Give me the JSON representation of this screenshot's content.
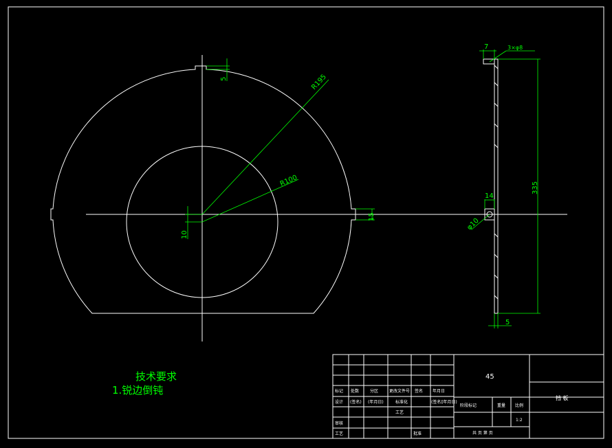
{
  "dimensions": {
    "r195": "R195",
    "r100": "R100",
    "five_top": "5",
    "ten": "10",
    "fifteen": "15",
    "seven": "7",
    "holes": "3×φ8",
    "fourteen": "14",
    "phi10": "φ10",
    "h335": "335",
    "five_bottom": "5"
  },
  "tech_requirements": {
    "title": "技术要求",
    "item1": "1.锐边倒钝"
  },
  "title_block": {
    "material": "45",
    "part_name": "挡  板",
    "mark": "标记",
    "count": "处数",
    "zone": "分区",
    "doc_no": "更改文件号",
    "sign": "签名",
    "date": "年月日",
    "design": "设计",
    "signature_paren": "(签名)",
    "ymd": "(年月日)",
    "standardize": "标准化",
    "stage_mark": "阶段标记",
    "weight": "重量",
    "scale": "比例",
    "scale_value": "1:2",
    "process": "工艺",
    "review": "审核",
    "approve": "批准",
    "sheets": "共 页  第 页"
  }
}
